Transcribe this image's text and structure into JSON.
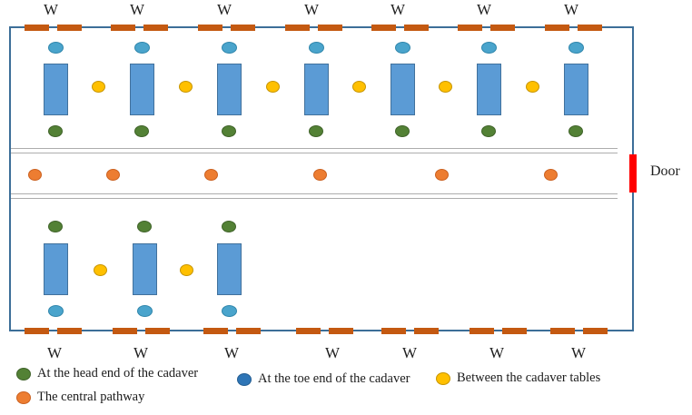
{
  "window_label": "W",
  "door_label": "Door",
  "room": {
    "top_windows": 7,
    "bottom_windows": 7,
    "top_row_tables": 7,
    "bottom_row_tables": 3,
    "top_row_between_dots": 6,
    "bottom_row_between_dots": 2,
    "pathway_dots": 6
  },
  "colors": {
    "room_border": "#3C6E98",
    "table_fill": "#5B9BD5",
    "table_stroke": "#41719C",
    "toe_dot_fill": "#4AA4CC",
    "toe_dot_stroke": "#3187AC",
    "head_dot_fill": "#538135",
    "head_dot_stroke": "#40632A",
    "between_dot_fill": "#FFC000",
    "between_dot_stroke": "#C79500",
    "pathway_dot_fill": "#ED7D31",
    "pathway_dot_stroke": "#CB6120",
    "window_dash": "#C45911",
    "door_fill": "#FF0000",
    "pathway_line": "#ADADAD"
  },
  "legend": {
    "items": [
      {
        "id": "head",
        "label": "At the head end of the cadaver",
        "color": "#538135",
        "border": "#40632A"
      },
      {
        "id": "toe",
        "label": "At the toe end of the cadaver",
        "color": "#2E75B6",
        "border": "#255E92"
      },
      {
        "id": "between",
        "label": "Between the cadaver tables",
        "color": "#FFC000",
        "border": "#C79500"
      },
      {
        "id": "pathway",
        "label": "The central pathway",
        "color": "#ED7D31",
        "border": "#CB6120"
      }
    ]
  }
}
